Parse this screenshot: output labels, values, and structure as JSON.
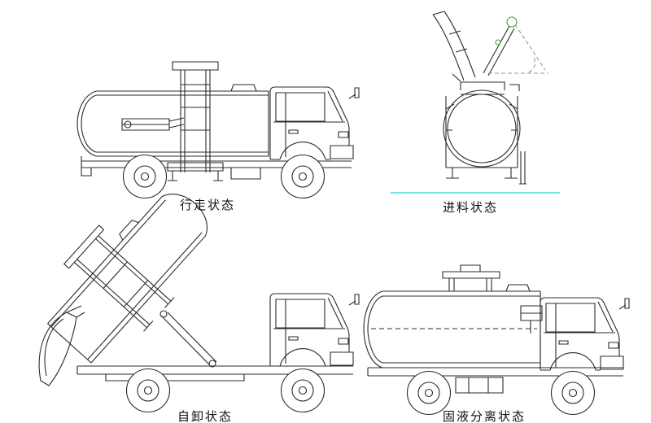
{
  "colors": {
    "line": "#2b2b2b",
    "annotation_gray": "#999999",
    "accent_cyan": "#6fe9e6",
    "accent_green": "#3f9e3f"
  },
  "views": {
    "traveling": {
      "label": "行走状态"
    },
    "feeding": {
      "label": "进料状态"
    },
    "dumping": {
      "label": "自卸状态"
    },
    "separation": {
      "label": "固液分离状态"
    }
  }
}
